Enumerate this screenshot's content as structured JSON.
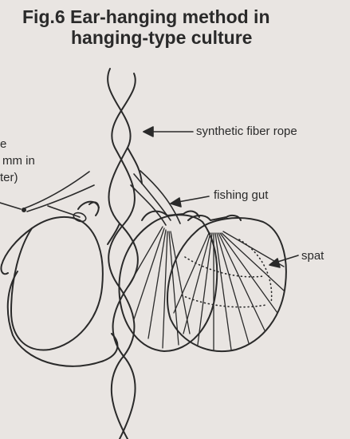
{
  "title": {
    "line1": "Fig.6  Ear-hanging method in",
    "line2": "hanging-type culture"
  },
  "labels": {
    "rope": "synthetic fiber rope",
    "gut": "fishing gut",
    "spat": "spat",
    "cut_l1": "e",
    "cut_l2": "mm in",
    "cut_l3": "ter)"
  }
}
